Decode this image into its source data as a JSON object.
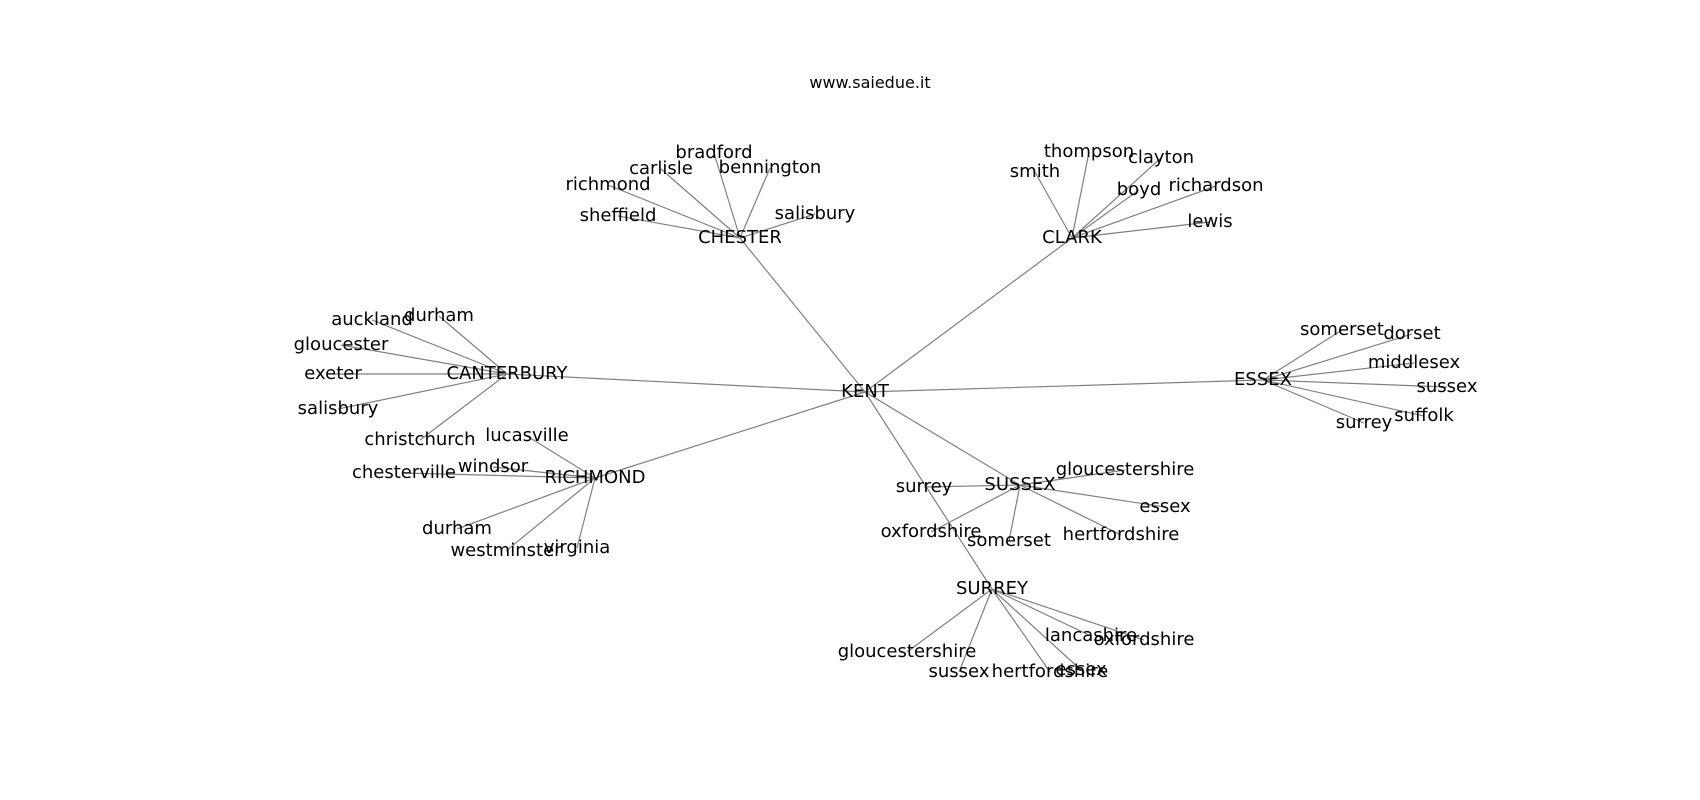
{
  "source_text": "www.saiedue.it",
  "hub": "KENT",
  "clusters": [
    {
      "name": "CHESTER",
      "children": [
        "bradford",
        "carlisle",
        "bennington",
        "richmond",
        "sheffield",
        "salisbury"
      ]
    },
    {
      "name": "CLARK",
      "children": [
        "thompson",
        "clayton",
        "smith",
        "boyd",
        "richardson",
        "lewis"
      ]
    },
    {
      "name": "CANTERBURY",
      "children": [
        "auckland",
        "durham",
        "gloucester",
        "exeter",
        "salisbury",
        "christchurch"
      ]
    },
    {
      "name": "ESSEX",
      "children": [
        "somerset",
        "dorset",
        "middlesex",
        "sussex",
        "suffolk",
        "surrey"
      ]
    },
    {
      "name": "RICHMOND",
      "children": [
        "lucasville",
        "windsor",
        "chesterville",
        "durham",
        "westminster",
        "virginia"
      ]
    },
    {
      "name": "SUSSEX",
      "children": [
        "gloucestershire",
        "surrey",
        "essex",
        "oxfordshire",
        "somerset",
        "hertfordshire"
      ]
    },
    {
      "name": "SURREY",
      "children": [
        "lancashire",
        "oxfordshire",
        "gloucestershire",
        "sussex",
        "hertfordshire",
        "essex"
      ]
    }
  ]
}
